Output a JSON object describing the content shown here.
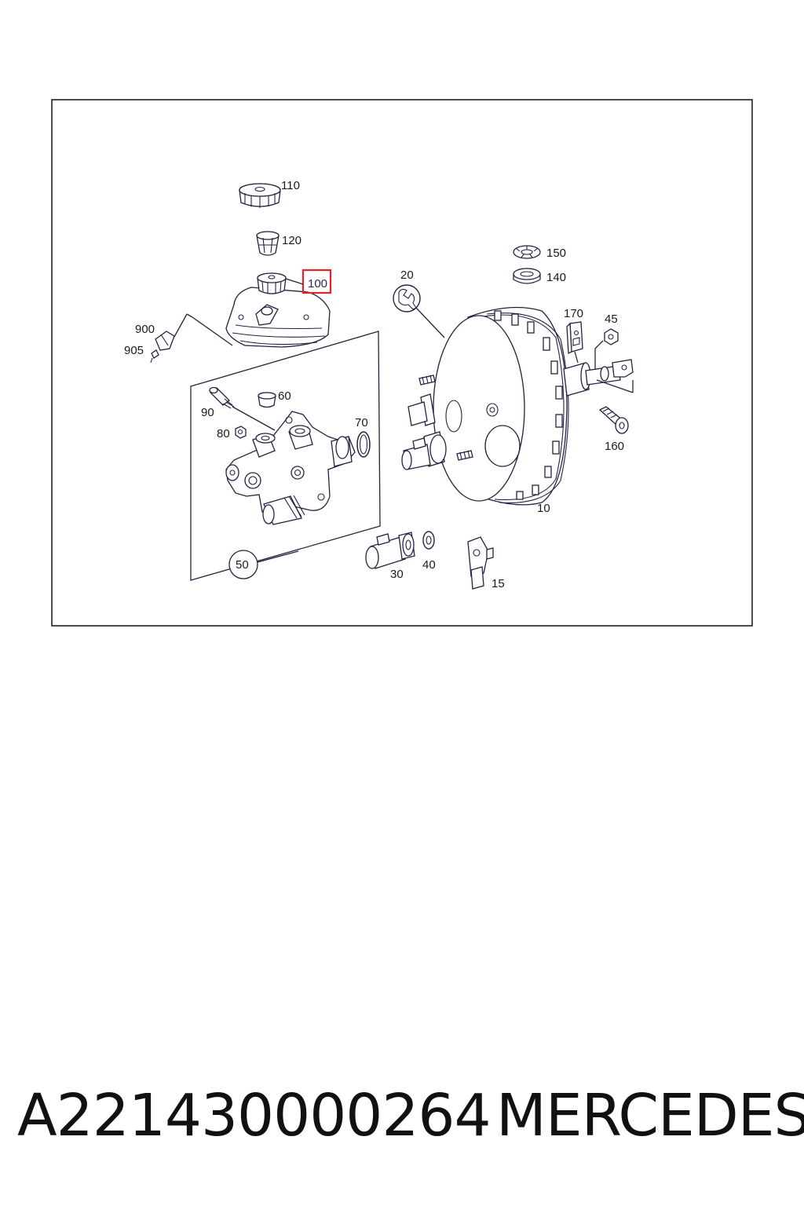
{
  "diagram": {
    "highlight_color": "#e0242a",
    "labels": {
      "l110": "110",
      "l120": "120",
      "l100": "100",
      "l900": "900",
      "l905": "905",
      "l90": "90",
      "l60": "60",
      "l70": "70",
      "l80": "80",
      "l50": "50",
      "l20": "20",
      "l150": "150",
      "l140": "140",
      "l170": "170",
      "l45": "45",
      "l160": "160",
      "l10": "10",
      "l30": "30",
      "l40": "40",
      "l15": "15"
    }
  },
  "caption": {
    "part_number": "A221430000264",
    "brand": "MERCEDES"
  }
}
